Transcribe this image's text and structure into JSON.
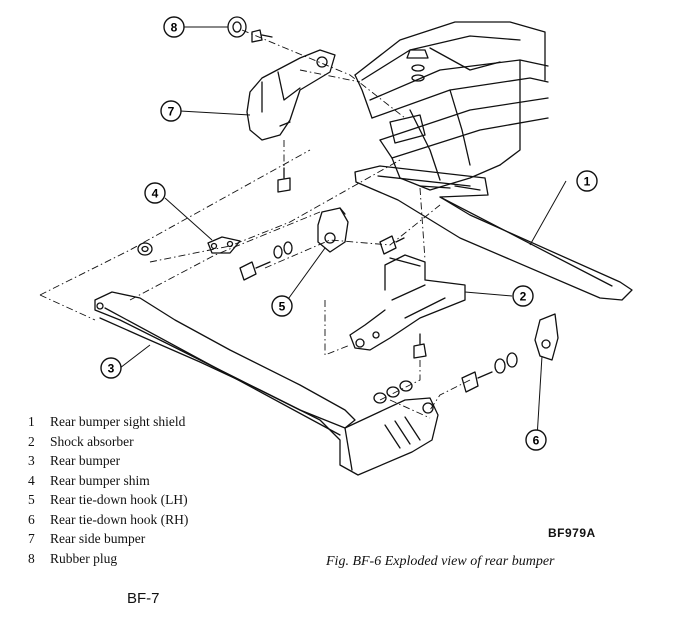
{
  "legend": [
    {
      "num": "1",
      "label": "Rear bumper sight shield"
    },
    {
      "num": "2",
      "label": "Shock absorber"
    },
    {
      "num": "3",
      "label": "Rear bumper"
    },
    {
      "num": "4",
      "label": "Rear bumper shim"
    },
    {
      "num": "5",
      "label": "Rear tie-down hook (LH)"
    },
    {
      "num": "6",
      "label": "Rear tie-down hook (RH)"
    },
    {
      "num": "7",
      "label": "Rear side bumper"
    },
    {
      "num": "8",
      "label": "Rubber plug"
    }
  ],
  "callouts": [
    "1",
    "2",
    "3",
    "4",
    "5",
    "6",
    "7",
    "8"
  ],
  "figure_code": "BF979A",
  "caption": "Fig. BF-6  Exploded view of rear bumper",
  "page_number": "BF-7"
}
